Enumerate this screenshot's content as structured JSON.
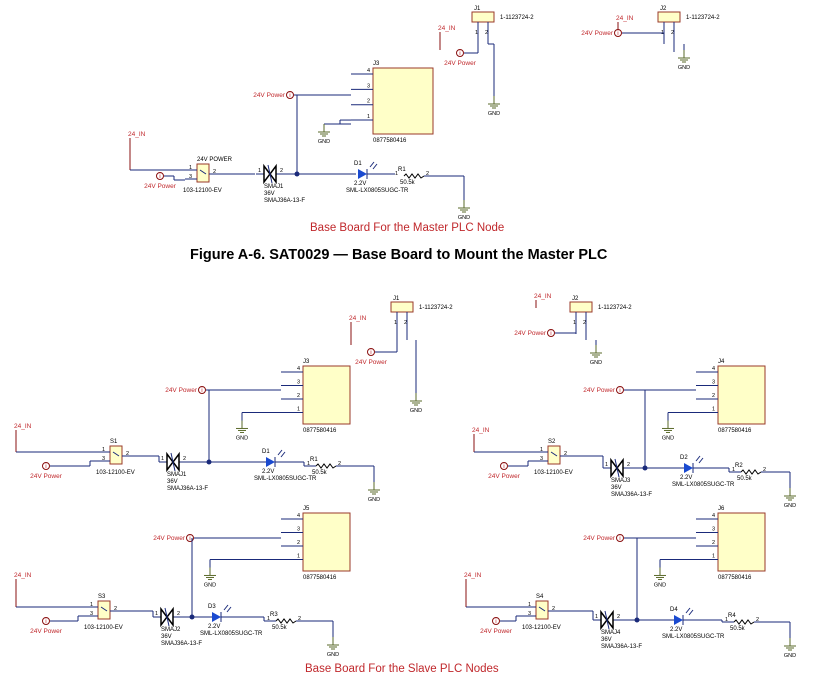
{
  "figure_title": "Figure A-6. SAT0029 — Base Board to Mount the Master PLC",
  "master": {
    "caption": "Base Board For the Master PLC Node",
    "j1": {
      "ref": "J1",
      "part": "1-1123724-2",
      "pins": [
        "1",
        "2"
      ],
      "net_in": "24_IN",
      "power_label": "24V Power",
      "gnd": "GND"
    },
    "j2": {
      "ref": "J2",
      "part": "1-1123724-2",
      "pins": [
        "1",
        "2"
      ],
      "net_in": "24_IN",
      "power_label": "24V Power",
      "gnd": "GND"
    },
    "j3": {
      "ref": "J3",
      "part": "0877580416",
      "pins": [
        "4",
        "3",
        "2",
        "1"
      ],
      "power_label": "24V Power",
      "gnd": "GND"
    },
    "switch": {
      "ref": "24V POWER",
      "part": "103-12100-EV",
      "pins": [
        "1",
        "2",
        "3"
      ],
      "net_in": "24_IN",
      "power_label": "24V Power"
    },
    "tvs": {
      "ref": "SMAJ1",
      "value": "36V",
      "part": "SMAJ36A-13-F",
      "pins": [
        "1",
        "2"
      ]
    },
    "led": {
      "ref": "D1",
      "value": "2.2V",
      "part": "SML-LX0805SUGC-TR"
    },
    "resistor": {
      "ref": "R1",
      "value": "50.5k",
      "pins": [
        "1",
        "2"
      ]
    },
    "gnd": "GND"
  },
  "slave": {
    "caption": "Base Board For the Slave PLC Nodes",
    "j1": {
      "ref": "J1",
      "part": "1-1123724-2",
      "pins": [
        "1",
        "2"
      ],
      "net_in": "24_IN",
      "power_label": "24V Power",
      "gnd": "GND"
    },
    "j2": {
      "ref": "J2",
      "part": "1-1123724-2",
      "pins": [
        "1",
        "2"
      ],
      "net_in": "24_IN",
      "power_label": "24V Power",
      "gnd": "GND"
    },
    "nodes": [
      {
        "conn": "J3",
        "conn_part": "0877580416",
        "switch": "S1",
        "switch_part": "103-12100-EV",
        "tvs": "SMAJ1",
        "tvs_value": "36V",
        "tvs_part": "SMAJ36A-13-F",
        "led": "D1",
        "led_value": "2.2V",
        "led_part": "SML-LX0805SUGC-TR",
        "res": "R1",
        "res_value": "50.5k",
        "net_in": "24_IN",
        "power_label": "24V Power",
        "gnd": "GND"
      },
      {
        "conn": "J4",
        "conn_part": "0877580416",
        "switch": "S2",
        "switch_part": "103-12100-EV",
        "tvs": "SMAJ3",
        "tvs_value": "36V",
        "tvs_part": "SMAJ36A-13-F",
        "led": "D2",
        "led_value": "2.2V",
        "led_part": "SML-LX0805SUGC-TR",
        "res": "R2",
        "res_value": "50.5k",
        "net_in": "24_IN",
        "power_label": "24V Power",
        "gnd": "GND"
      },
      {
        "conn": "J5",
        "conn_part": "0877580416",
        "switch": "S3",
        "switch_part": "103-12100-EV",
        "tvs": "SMAJ2",
        "tvs_value": "36V",
        "tvs_part": "SMAJ36A-13-F",
        "led": "D3",
        "led_value": "2.2V",
        "led_part": "SML-LX0805SUGC-TR",
        "res": "R3",
        "res_value": "50.5k",
        "net_in": "24_IN",
        "power_label": "24V Power",
        "gnd": "GND"
      },
      {
        "conn": "J6",
        "conn_part": "0877580416",
        "switch": "S4",
        "switch_part": "103-12100-EV",
        "tvs": "SMAJ4",
        "tvs_value": "36V",
        "tvs_part": "SMAJ36A-13-F",
        "led": "D4",
        "led_value": "2.2V",
        "led_part": "SML-LX0805SUGC-TR",
        "res": "R4",
        "res_value": "50.5k",
        "net_in": "24_IN",
        "power_label": "24V Power",
        "gnd": "GND"
      }
    ]
  },
  "colors": {
    "wire": "#1a2a7a",
    "net_label": "#c0282c",
    "connector_fill": "#ffffc8",
    "ground": "#5a6a2a"
  }
}
